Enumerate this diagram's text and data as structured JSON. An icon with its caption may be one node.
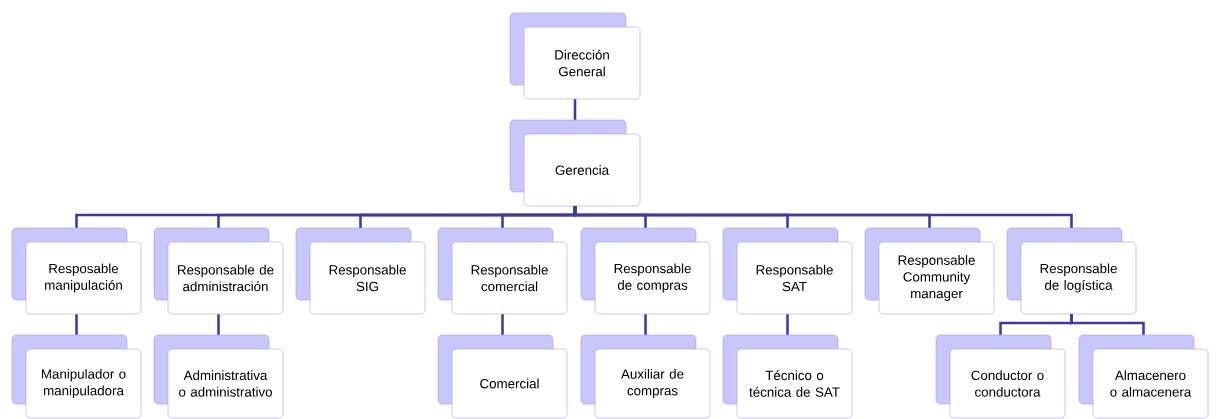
{
  "diagram": {
    "nodes": [
      {
        "text": [
          "Dirección General"
        ]
      },
      {
        "text": [
          "Gerencia"
        ]
      },
      {
        "text": [
          "Resposable manipulación"
        ]
      },
      {
        "text": [
          "Responsable de administración"
        ]
      },
      {
        "text": [
          "Responsable SIG"
        ]
      },
      {
        "text": [
          "Responsable comercial"
        ]
      },
      {
        "text": [
          "Responsable de compras"
        ]
      },
      {
        "text": [
          "Responsable SAT"
        ]
      },
      {
        "text": [
          "Responsable Community manager"
        ]
      },
      {
        "text": [
          "Responsable de logística"
        ]
      },
      {
        "text": [
          "Manipulador o manipuladora"
        ]
      },
      {
        "text": [
          "Administrativa o administrativo"
        ]
      },
      {
        "text": [
          "Comercial"
        ]
      },
      {
        "text": [
          "Auxiliar de compras"
        ]
      },
      {
        "text": [
          "Técnico o técnica de SAT"
        ]
      },
      {
        "text": [
          "Conductor o conductora"
        ]
      },
      {
        "text": [
          "Almacenero o almacenera"
        ]
      }
    ],
    "edges": [
      {
        "from": 0,
        "to": 1,
        "arrow": "none"
      },
      {
        "from": 1,
        "to": 2,
        "arrow": "none"
      },
      {
        "from": 1,
        "to": 3,
        "arrow": "none"
      },
      {
        "from": 1,
        "to": 4,
        "arrow": "none"
      },
      {
        "from": 1,
        "to": 5,
        "arrow": "none"
      },
      {
        "from": 1,
        "to": 6,
        "arrow": "none"
      },
      {
        "from": 1,
        "to": 7,
        "arrow": "none"
      },
      {
        "from": 1,
        "to": 8,
        "arrow": "none"
      },
      {
        "from": 1,
        "to": 9,
        "arrow": "none"
      },
      {
        "from": 2,
        "to": 10,
        "arrow": "none"
      },
      {
        "from": 3,
        "to": 11,
        "arrow": "none"
      },
      {
        "from": 5,
        "to": 12,
        "arrow": "none"
      },
      {
        "from": 6,
        "to": 13,
        "arrow": "none"
      },
      {
        "from": 7,
        "to": 14,
        "arrow": "none"
      },
      {
        "from": 9,
        "to": 15,
        "arrow": "none"
      },
      {
        "from": 9,
        "to": 16,
        "arrow": "none"
      }
    ]
  }
}
